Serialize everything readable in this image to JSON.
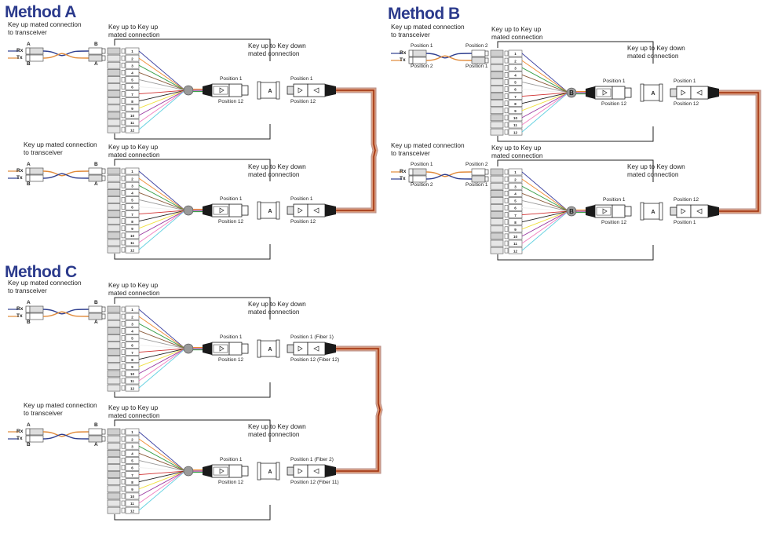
{
  "colors": {
    "title": "#2b3a8c",
    "rx_blue": "#2f3f8f",
    "tx_orange": "#e08a3a",
    "trunk_outer": "#c8968a",
    "trunk_inner": "#e07830",
    "fiber_colors": [
      "#3a3fa0",
      "#f08a30",
      "#3aa04a",
      "#8a5a3a",
      "#9a9a9a",
      "#f0f0f0",
      "#d03030",
      "#222222",
      "#f0e040",
      "#9a3aa0",
      "#f080c0",
      "#60d0e0"
    ]
  },
  "methods": [
    {
      "title": "Method A",
      "links": [
        {
          "transceiver_label": "Key up mated connection\nto transceiver",
          "rx_label": "Rx",
          "tx_label": "Tx",
          "duplex_near_top": "A",
          "duplex_near_bottom": "B",
          "duplex_far_top": "B",
          "duplex_far_bottom": "A",
          "cassette_label": "Key up to Key up\nmated connection",
          "adapter_label": "Key up to Key down\nmated connection",
          "fanout_hub_label": "",
          "left_conn_top": "Position 1",
          "left_conn_bottom": "Position 12",
          "adapter_key": "A",
          "right_conn_top": "Position 1",
          "right_conn_bottom": "Position 12",
          "ports": [
            "1",
            "2",
            "3",
            "4",
            "5",
            "6",
            "7",
            "8",
            "9",
            "10",
            "11",
            "12"
          ]
        },
        {
          "transceiver_label": "Key up mated connection\nto transceiver",
          "rx_label": "Rx",
          "tx_label": "Tx",
          "duplex_near_top": "A",
          "duplex_near_bottom": "B",
          "duplex_far_top": "B",
          "duplex_far_bottom": "A",
          "cassette_label": "Key up to Key up\nmated connection",
          "adapter_label": "Key up to Key down\nmated connection",
          "fanout_hub_label": "",
          "left_conn_top": "Position 1",
          "left_conn_bottom": "Position 12",
          "adapter_key": "A",
          "right_conn_top": "Position 1",
          "right_conn_bottom": "Position 12",
          "ports": [
            "1",
            "2",
            "3",
            "4",
            "5",
            "6",
            "7",
            "8",
            "9",
            "10",
            "11",
            "12"
          ]
        }
      ]
    },
    {
      "title": "Method B",
      "links": [
        {
          "transceiver_label": "Key up mated connection\nto transceiver",
          "rx_label": "Rx",
          "tx_label": "Tx",
          "duplex_near_top": "Position 1",
          "duplex_near_bottom": "Position 2",
          "duplex_far_top": "Position 2",
          "duplex_far_bottom": "Position 1",
          "cassette_label": "Key up to Key up\nmated connection",
          "adapter_label": "Key up to Key down\nmated connection",
          "fanout_hub_label": "B",
          "left_conn_top": "Position 1",
          "left_conn_bottom": "Position 12",
          "adapter_key": "A",
          "right_conn_top": "Position 1",
          "right_conn_bottom": "Position 12",
          "ports": [
            "1",
            "2",
            "3",
            "4",
            "5",
            "6",
            "7",
            "8",
            "9",
            "10",
            "11",
            "12"
          ]
        },
        {
          "transceiver_label": "Key up mated connection\nto transceiver",
          "rx_label": "Rx",
          "tx_label": "Tx",
          "duplex_near_top": "Position 1",
          "duplex_near_bottom": "Position 2",
          "duplex_far_top": "Position 2",
          "duplex_far_bottom": "Position 1",
          "cassette_label": "Key up to Key up\nmated connection",
          "adapter_label": "Key up to Key down\nmated connection",
          "fanout_hub_label": "B",
          "left_conn_top": "Position 1",
          "left_conn_bottom": "Position 12",
          "adapter_key": "A",
          "right_conn_top": "Position 12",
          "right_conn_bottom": "Position 1",
          "ports": [
            "1",
            "2",
            "3",
            "4",
            "5",
            "6",
            "7",
            "8",
            "9",
            "10",
            "11",
            "12"
          ]
        }
      ]
    },
    {
      "title": "Method C",
      "links": [
        {
          "transceiver_label": "Key up mated connection\nto transceiver",
          "rx_label": "Rx",
          "tx_label": "Tx",
          "duplex_near_top": "A",
          "duplex_near_bottom": "B",
          "duplex_far_top": "B",
          "duplex_far_bottom": "A",
          "cassette_label": "Key up to Key up\nmated connection",
          "adapter_label": "Key up to Key down\nmated connection",
          "fanout_hub_label": "",
          "left_conn_top": "Position 1",
          "left_conn_bottom": "Position 12",
          "adapter_key": "A",
          "right_conn_top": "Position 1 (Fiber 1)",
          "right_conn_bottom": "Position 12 (Fiber 12)",
          "ports": [
            "1",
            "2",
            "3",
            "4",
            "5",
            "6",
            "7",
            "8",
            "9",
            "10",
            "11",
            "12"
          ]
        },
        {
          "transceiver_label": "Key up mated connection\nto transceiver",
          "rx_label": "Rx",
          "tx_label": "Tx",
          "duplex_near_top": "A",
          "duplex_near_bottom": "B",
          "duplex_far_top": "B",
          "duplex_far_bottom": "A",
          "cassette_label": "Key up to Key up\nmated connection",
          "adapter_label": "Key up to Key down\nmated connection",
          "fanout_hub_label": "",
          "left_conn_top": "Position 1",
          "left_conn_bottom": "Position 12",
          "adapter_key": "A",
          "right_conn_top": "Position 1 (Fiber 2)",
          "right_conn_bottom": "Position 12 (Fiber 11)",
          "ports": [
            "1",
            "2",
            "3",
            "4",
            "5",
            "6",
            "7",
            "8",
            "9",
            "10",
            "11",
            "12"
          ]
        }
      ]
    }
  ]
}
